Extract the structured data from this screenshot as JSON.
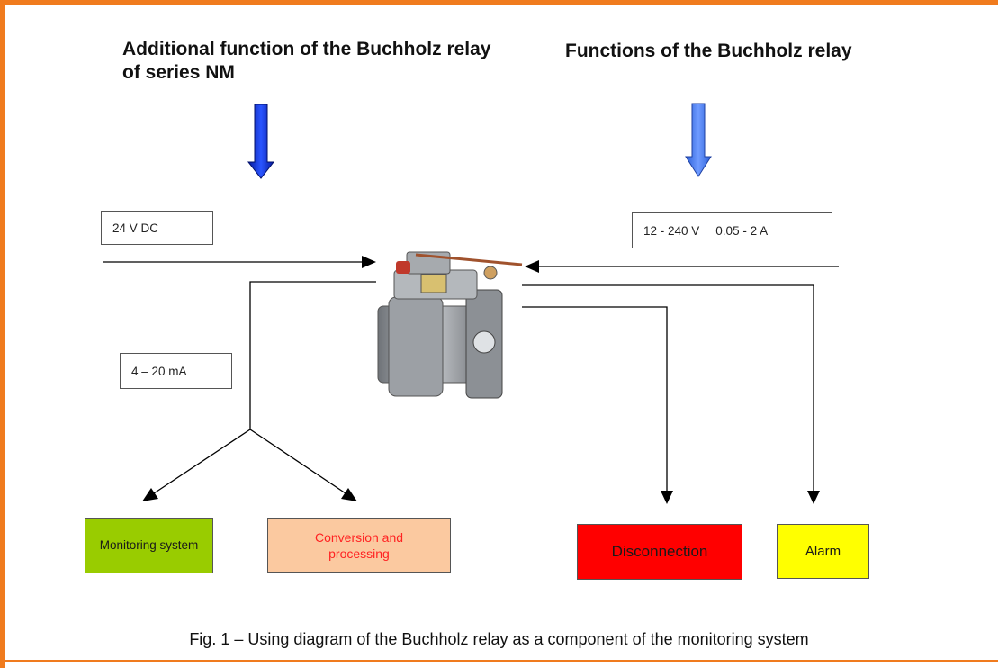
{
  "headings": {
    "left": "Additional function of the Buchholz relay of series NM",
    "right": "Functions of the Buchholz relay"
  },
  "boxes": {
    "dc": "24 V DC",
    "current_loop": "4 – 20 mA",
    "voltage": "12 - 240 V",
    "current": "0.05 - 2 A"
  },
  "outputs": {
    "monitoring": "Monitoring system",
    "conversion": "Conversion and processing",
    "disconnection": "Disconnection",
    "alarm": "Alarm"
  },
  "colors": {
    "frame": "#f07b1e",
    "arrow_blue": "#0a2fe0",
    "monitoring": "#99cc00",
    "conversion": "#fbc9a0",
    "conversion_text": "#ff2222",
    "disconnection": "#ff0000",
    "alarm": "#ffff00"
  },
  "caption": "Fig. 1 – Using diagram of the Buchholz relay as a component of the monitoring system"
}
